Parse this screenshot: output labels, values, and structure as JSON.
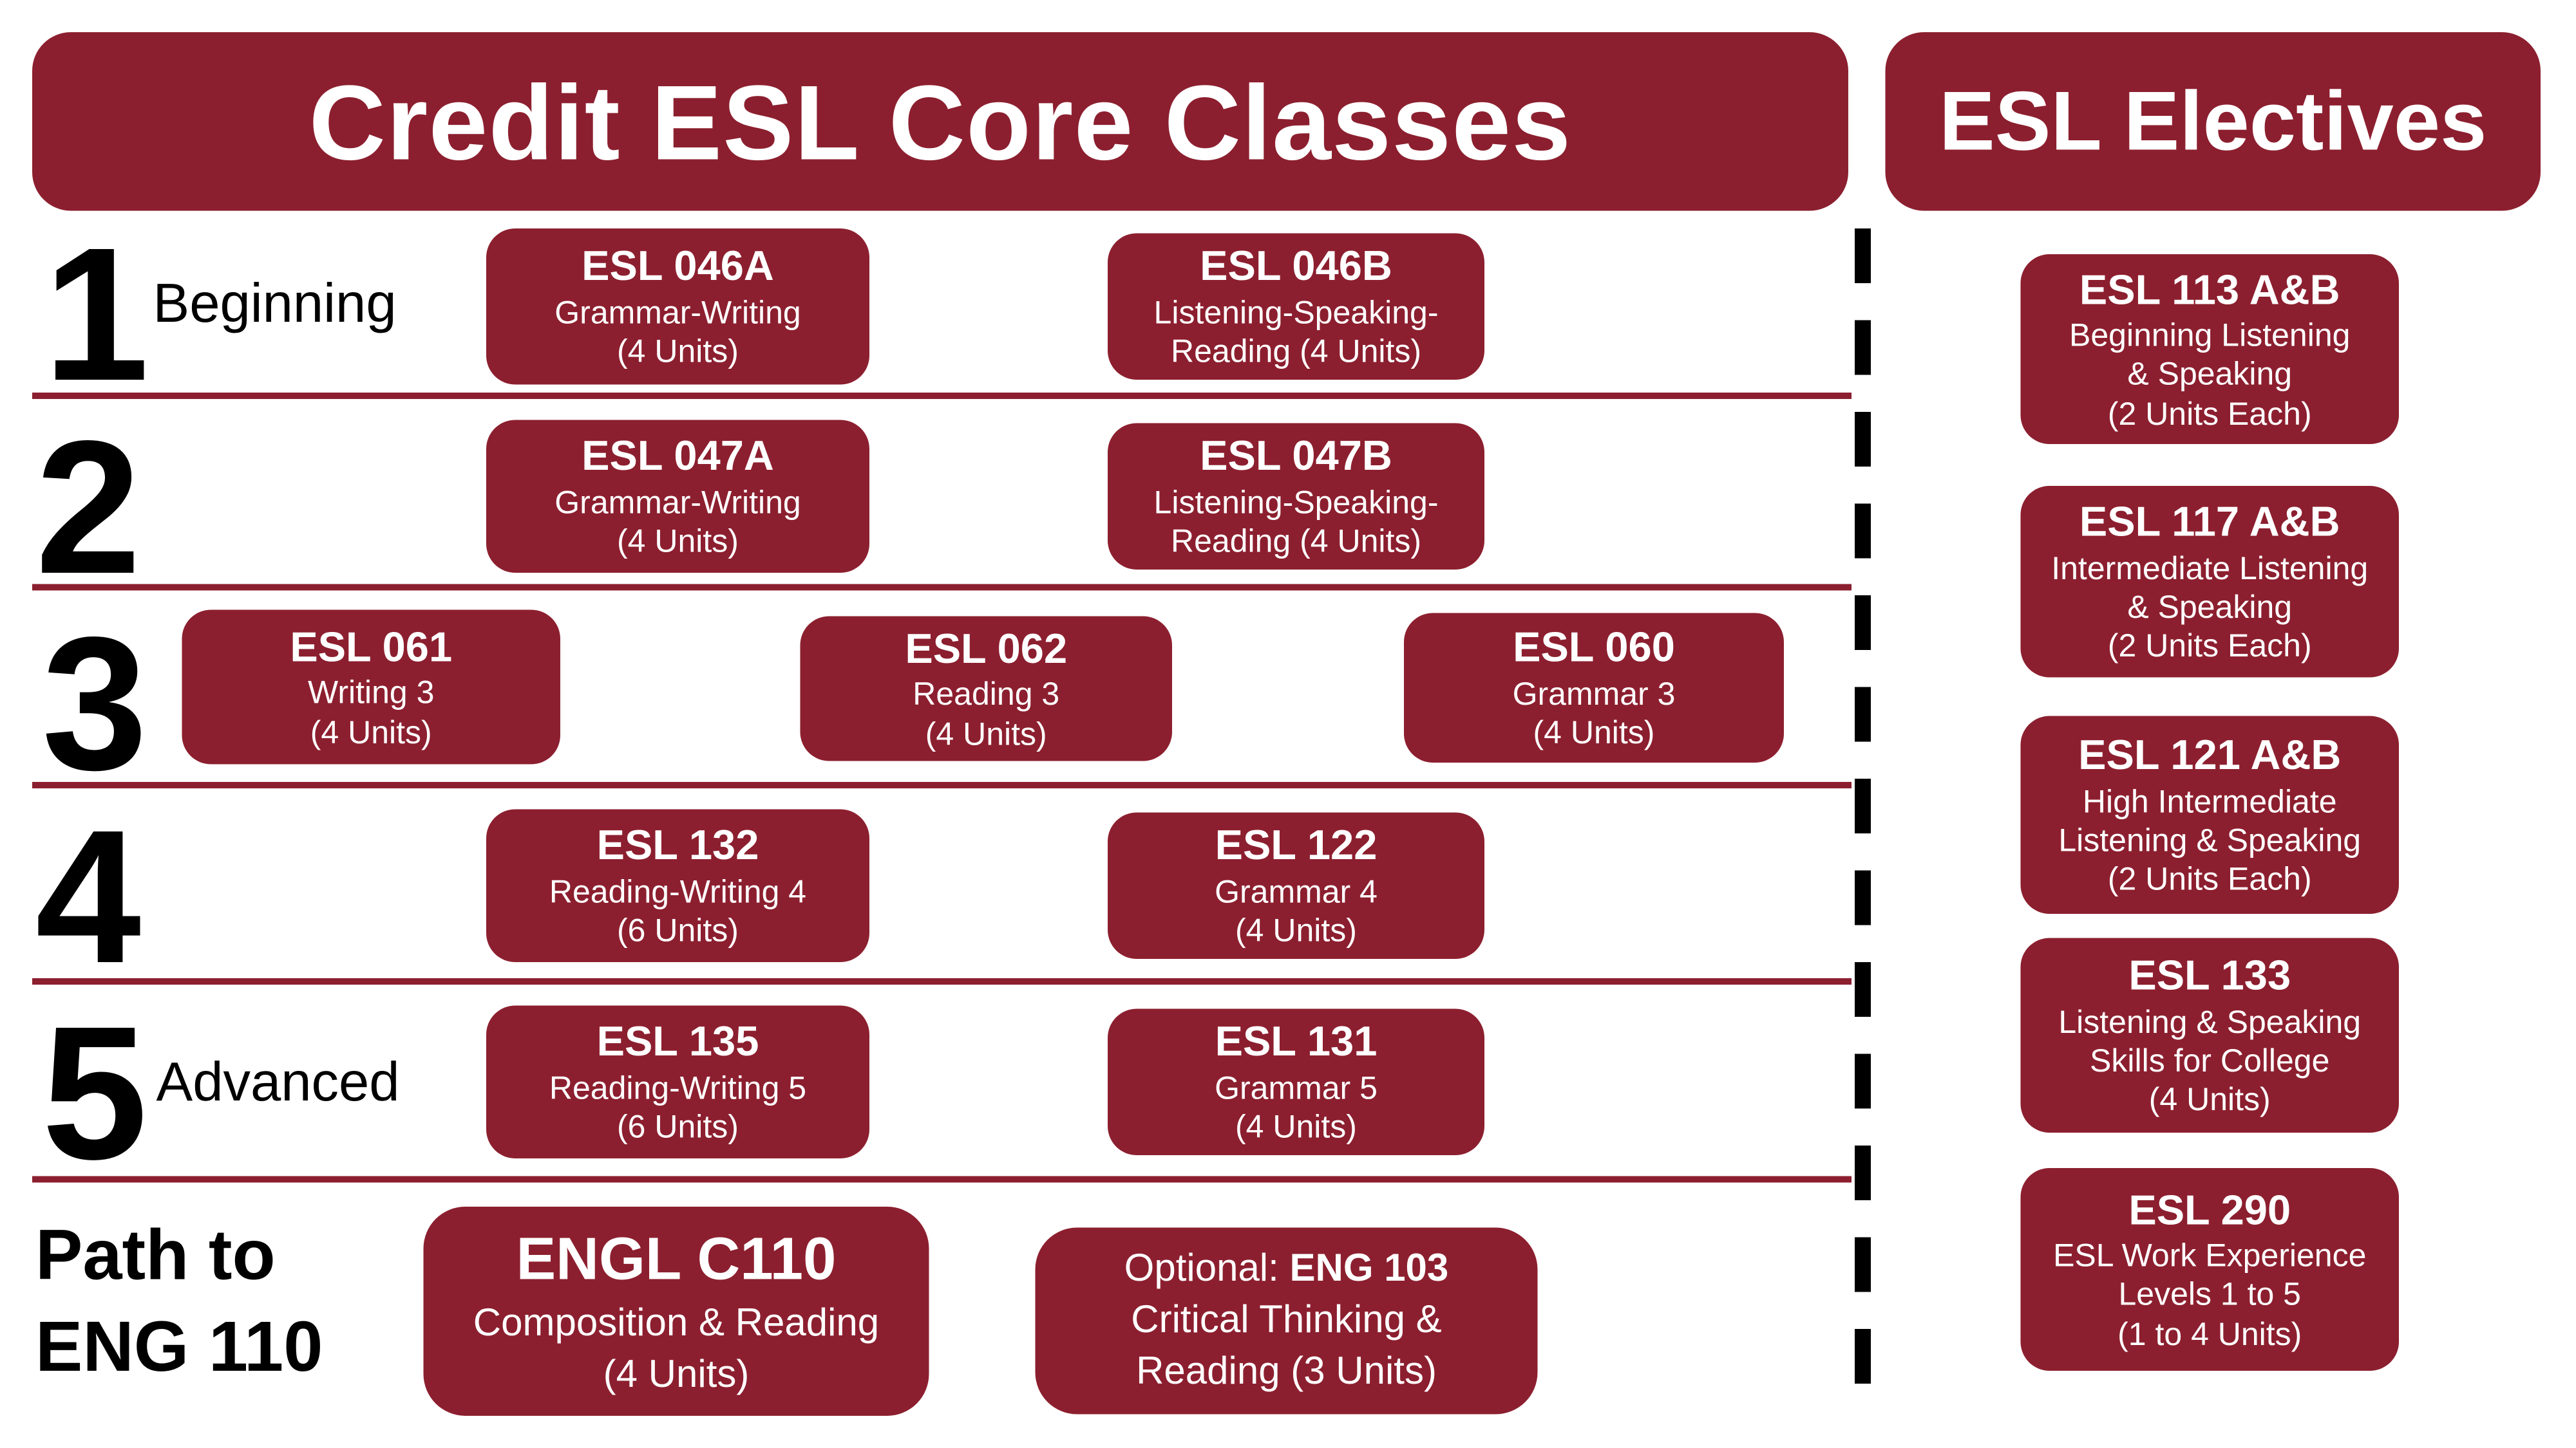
{
  "colors": {
    "maroon": "#8C1F2F",
    "ink": "#000000",
    "paper": "#FFFFFF"
  },
  "headers": {
    "core": "Credit ESL Core Classes",
    "electives": "ESL Electives"
  },
  "rows": [
    {
      "number": "1",
      "label": "Beginning",
      "cards": [
        {
          "title": "ESL 046A",
          "lines": [
            "Grammar-Writing",
            "(4 Units)"
          ]
        },
        {
          "title": "ESL 046B",
          "lines": [
            "Listening-Speaking-",
            "Reading (4 Units)"
          ]
        }
      ]
    },
    {
      "number": "2",
      "cards": [
        {
          "title": "ESL 047A",
          "lines": [
            "Grammar-Writing",
            "(4 Units)"
          ]
        },
        {
          "title": "ESL 047B",
          "lines": [
            "Listening-Speaking-",
            "Reading (4 Units)"
          ]
        }
      ]
    },
    {
      "number": "3",
      "cards": [
        {
          "title": "ESL 061",
          "lines": [
            "Writing 3",
            "(4 Units)"
          ]
        },
        {
          "title": "ESL 062",
          "lines": [
            "Reading 3",
            "(4 Units)"
          ]
        },
        {
          "title": "ESL 060",
          "lines": [
            "Grammar 3",
            "(4 Units)"
          ]
        }
      ]
    },
    {
      "number": "4",
      "cards": [
        {
          "title": "ESL 132",
          "lines": [
            "Reading-Writing 4",
            "(6 Units)"
          ]
        },
        {
          "title": "ESL 122",
          "lines": [
            "Grammar 4",
            "(4 Units)"
          ]
        }
      ]
    },
    {
      "number": "5",
      "label": "Advanced",
      "cards": [
        {
          "title": "ESL 135",
          "lines": [
            "Reading-Writing 5",
            "(6 Units)"
          ]
        },
        {
          "title": "ESL 131",
          "lines": [
            "Grammar 5",
            "(4 Units)"
          ]
        }
      ]
    }
  ],
  "path_row": {
    "label_line1": "Path to",
    "label_line2": "ENG 110",
    "engl_c110": {
      "title": "ENGL C110",
      "lines": [
        "Composition & Reading",
        "(4 Units)"
      ]
    },
    "eng_103": {
      "prefix": "Optional: ",
      "title": "ENG 103",
      "lines": [
        "Critical Thinking &",
        "Reading (3 Units)"
      ]
    }
  },
  "electives": [
    {
      "title": "ESL 113 A&B",
      "lines": [
        "Beginning Listening",
        "& Speaking",
        "(2 Units Each)"
      ]
    },
    {
      "title": "ESL 117 A&B",
      "lines": [
        "Intermediate Listening",
        "& Speaking",
        "(2 Units Each)"
      ]
    },
    {
      "title": "ESL 121 A&B",
      "lines": [
        "High Intermediate",
        "Listening & Speaking",
        "(2 Units Each)"
      ]
    },
    {
      "title": "ESL 133",
      "lines": [
        "Listening & Speaking",
        "Skills for College",
        "(4 Units)"
      ]
    },
    {
      "title": "ESL 290",
      "lines": [
        "ESL Work Experience",
        "Levels 1 to 5",
        "(1 to 4 Units)"
      ]
    }
  ]
}
